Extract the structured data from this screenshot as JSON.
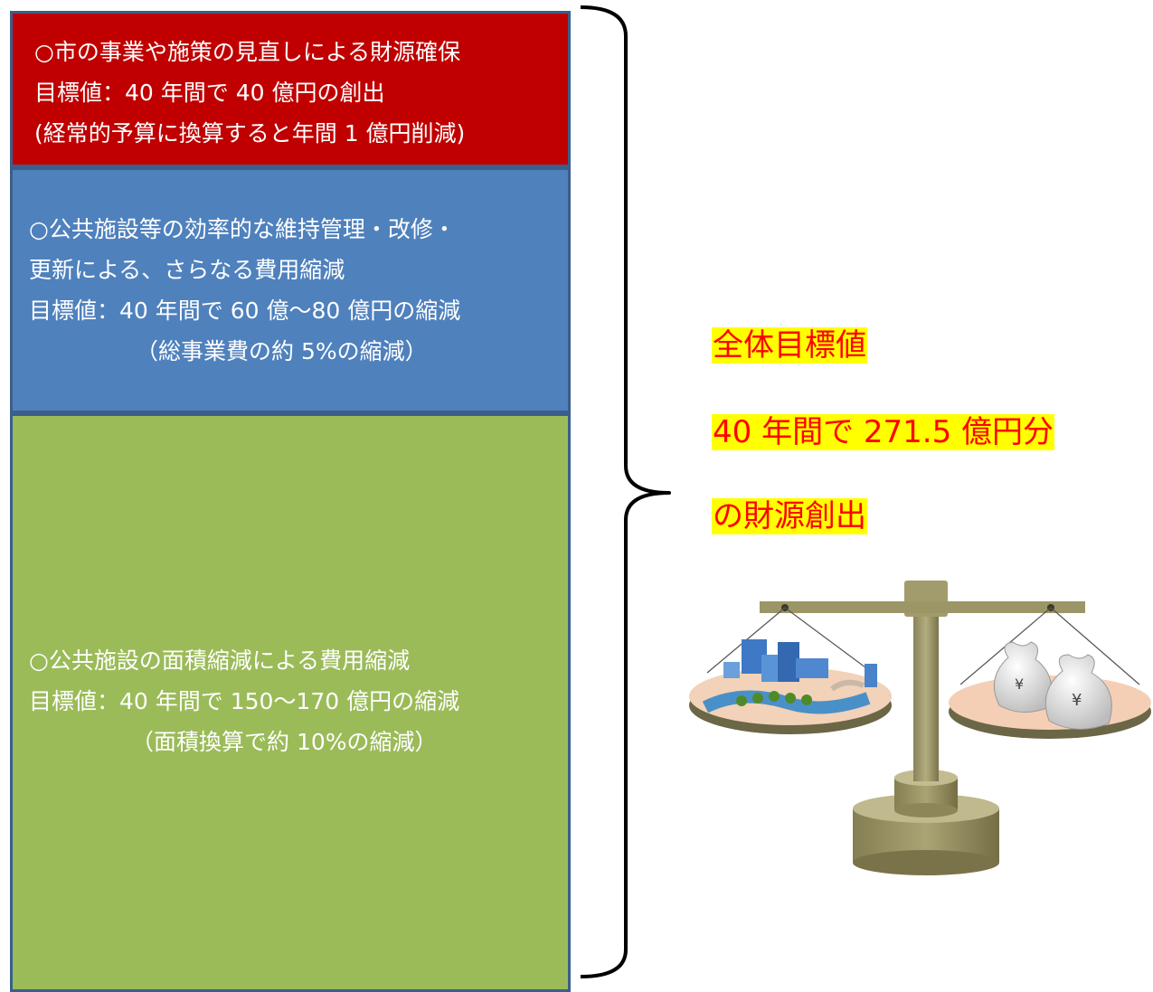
{
  "boxes": {
    "red": {
      "lines": [
        "○市の事業や施策の見直しによる財源確保",
        "目標値：40 年間で 40 億円の創出",
        "(経常的予算に換算すると年間 1 億円削減)"
      ],
      "fill": "#c00000"
    },
    "blue": {
      "lines": [
        "○公共施設等の効率的な維持管理・改修・",
        "更新による、さらなる費用縮減",
        "目標値：40 年間で 60 億〜80 億円の縮減",
        "（総事業費の約 5%の縮減）"
      ],
      "fill": "#4f81bd"
    },
    "green": {
      "lines": [
        "○公共施設の面積縮減による費用縮減",
        "目標値：40 年間で 150〜170 億円の縮減",
        "（面積換算で約 10%の縮減）"
      ],
      "fill": "#9bbb59"
    }
  },
  "target": {
    "lines": [
      "全体目標値",
      "40 年間で 271.5 億円分",
      "の財源創出"
    ],
    "text_color": "#ff0000",
    "highlight": "#ffff00"
  },
  "illustration": {
    "icon": "balance-scale-icon",
    "left_pan": "city-buildings-icon",
    "right_pan": "money-bags-icon",
    "bag_symbol": "¥"
  }
}
